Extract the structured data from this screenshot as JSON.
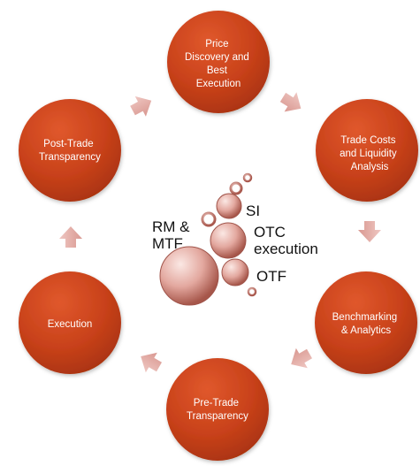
{
  "colors": {
    "node_fill": "#c8411a",
    "node_highlight": "#e8603a",
    "arrow_fill": "#e7b3ad",
    "bubble_fill": "#e4a89f",
    "text_light": "#ffffff",
    "text_dark": "#111111"
  },
  "cycle": {
    "nodes": [
      {
        "id": "price-discovery",
        "lines": [
          "Price",
          "Discovery and",
          "Best",
          "Execution"
        ]
      },
      {
        "id": "trade-costs",
        "lines": [
          "Trade Costs",
          "and Liquidity",
          "Analysis"
        ]
      },
      {
        "id": "benchmarking",
        "lines": [
          "Benchmarking",
          "& Analytics"
        ]
      },
      {
        "id": "pre-trade",
        "lines": [
          "Pre-Trade",
          "Transparency"
        ]
      },
      {
        "id": "execution",
        "lines": [
          "Execution"
        ]
      },
      {
        "id": "post-trade",
        "lines": [
          "Post-Trade",
          "Transparency"
        ]
      }
    ]
  },
  "venues": {
    "si": "SI",
    "rm_mtf": [
      "RM &",
      "MTF"
    ],
    "otc": [
      "OTC",
      "execution"
    ],
    "otf": "OTF"
  }
}
